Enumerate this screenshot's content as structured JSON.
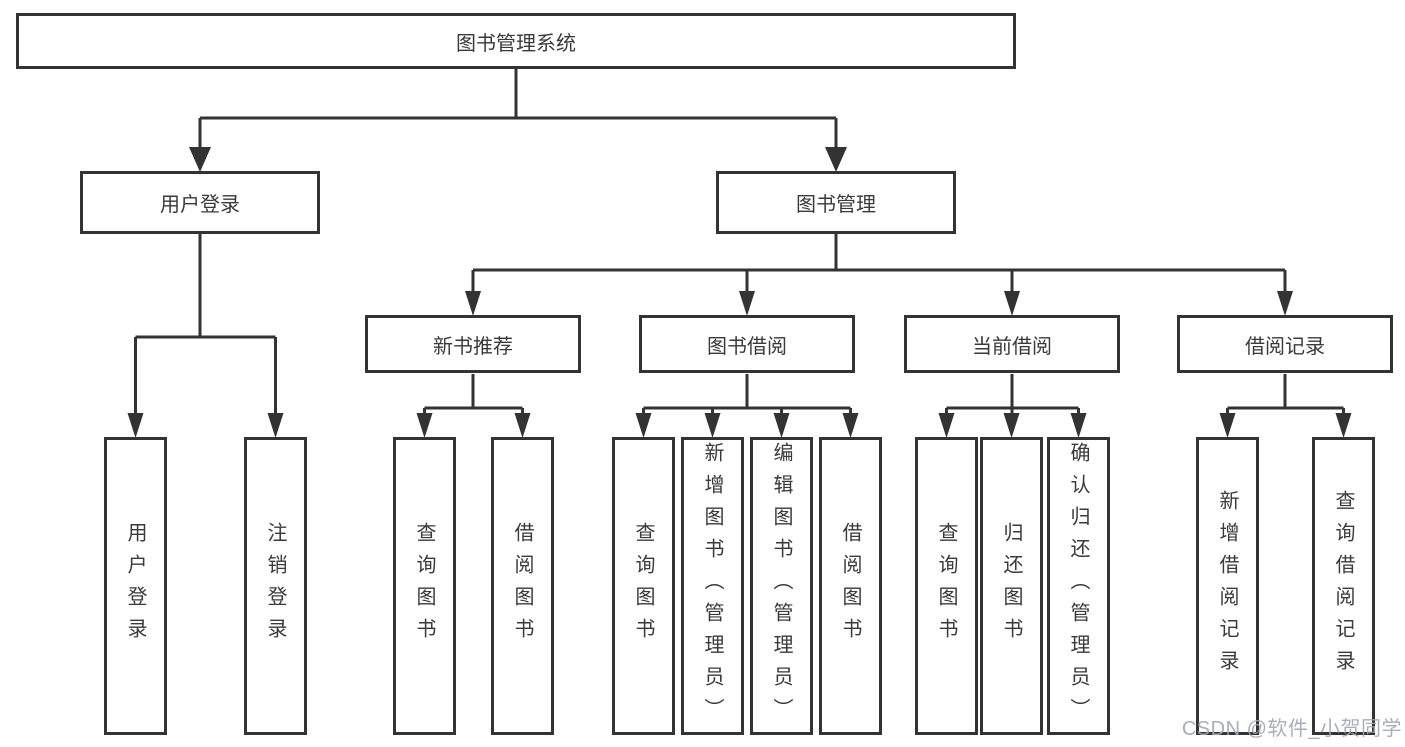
{
  "diagram": {
    "line_color": "#333333",
    "text_color": "#3a3a3a",
    "background_color": "#ffffff"
  },
  "tree": {
    "root": "图书管理系统",
    "branches": [
      {
        "label": "用户登录",
        "children": [
          "用户登录",
          "注销登录"
        ]
      },
      {
        "label": "图书管理",
        "children": [
          {
            "label": "新书推荐",
            "children": [
              "查询图书",
              "借阅图书"
            ]
          },
          {
            "label": "图书借阅",
            "children": [
              "查询图书",
              "新增图书（管理员）",
              "编辑图书（管理员）",
              "借阅图书"
            ]
          },
          {
            "label": "当前借阅",
            "children": [
              "查询图书",
              "归还图书",
              "确认归还（管理员）"
            ]
          },
          {
            "label": "借阅记录",
            "children": [
              "新增借阅记录",
              "查询借阅记录"
            ]
          }
        ]
      }
    ]
  },
  "watermark": {
    "text": "CSDN @软件_小贺同学",
    "color": "#a2a8b2"
  }
}
